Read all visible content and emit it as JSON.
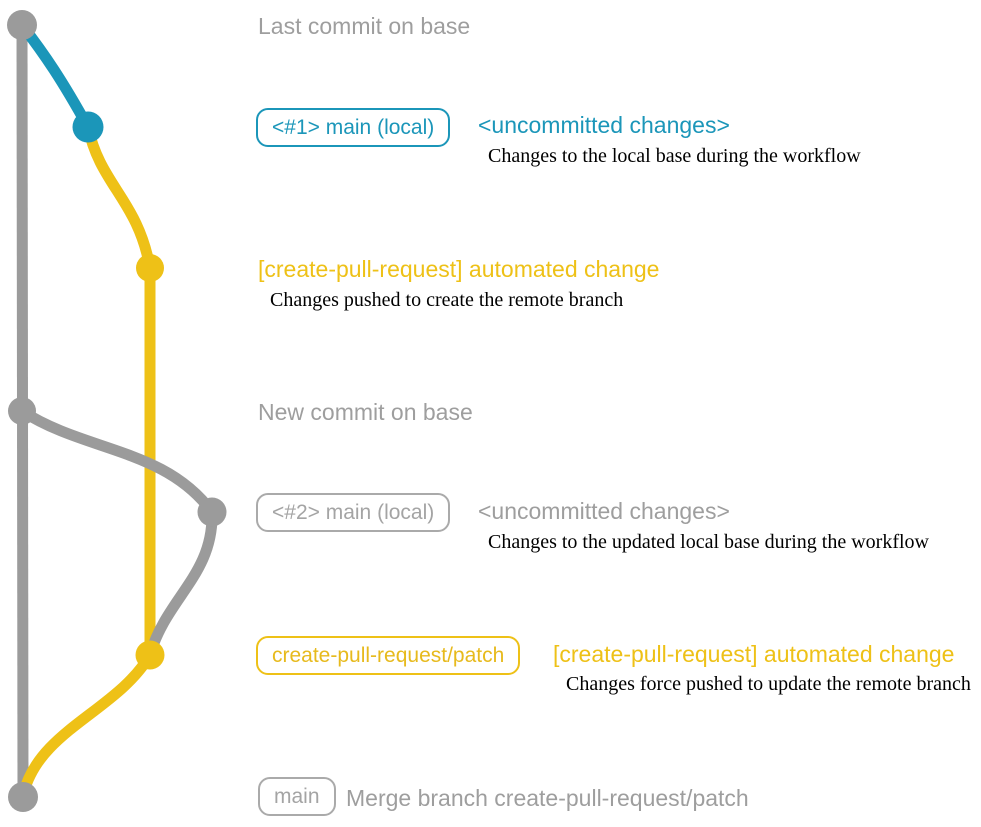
{
  "colors": {
    "base_gray": "#9b9b9b",
    "local_blue": "#1b96b9",
    "patch_yellow": "#eec117",
    "heading_gray": "#9e9e9e",
    "caption_black": "#000000"
  },
  "graph": {
    "commits": [
      {
        "name": "last-commit-on-base",
        "color": "gray"
      },
      {
        "name": "local-uncommitted-changes-1",
        "color": "blue"
      },
      {
        "name": "patch-branch-commit-1",
        "color": "yellow"
      },
      {
        "name": "new-commit-on-base",
        "color": "gray"
      },
      {
        "name": "local-uncommitted-changes-2",
        "color": "gray"
      },
      {
        "name": "patch-branch-commit-2",
        "color": "yellow"
      },
      {
        "name": "merge-commit",
        "color": "gray"
      }
    ]
  },
  "rows": {
    "heading1": {
      "text": "Last commit on base"
    },
    "row1": {
      "label": "<#1> main (local)",
      "message": "<uncommitted changes>",
      "caption": "Changes to the local base during the workflow"
    },
    "row2": {
      "message": "[create-pull-request] automated change",
      "caption": "Changes pushed to create the remote branch"
    },
    "heading2": {
      "text": "New commit on base"
    },
    "row3": {
      "label": "<#2> main (local)",
      "message": "<uncommitted changes>",
      "caption": "Changes to the updated local base during the workflow"
    },
    "row4": {
      "label": "create-pull-request/patch",
      "message": "[create-pull-request] automated change",
      "caption": "Changes force pushed to update the remote branch"
    },
    "row5": {
      "label": "main",
      "message": "Merge branch create-pull-request/patch"
    }
  }
}
